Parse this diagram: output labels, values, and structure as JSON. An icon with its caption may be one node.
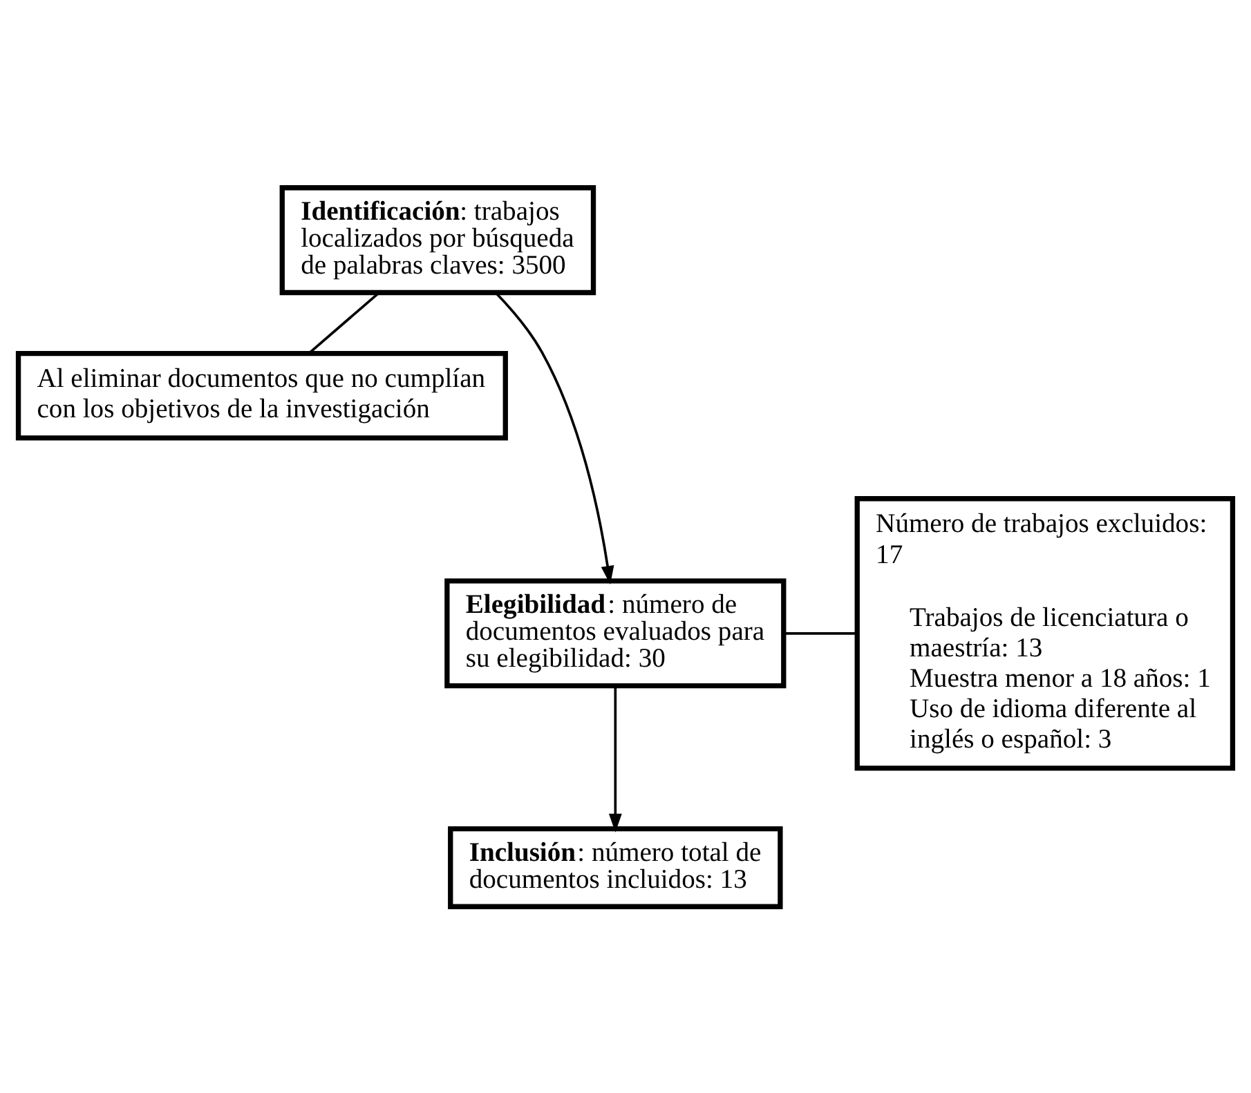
{
  "diagram": {
    "nodes": [
      {
        "text": [
          "**Identificación**: trabajos localizados por búsqueda de palabras claves: 3500"
        ]
      },
      {
        "text": [
          "Al eliminar documentos que no cumplían con los objetivos de la investigación"
        ]
      },
      {
        "text": [
          "**Elegibilidad**: número de documentos evaluados para su elegibilidad: 30"
        ]
      },
      {
        "text": [
          "Número de trabajos excluidos: 17",
          "Trabajos de licenciatura o maestría: 13",
          "Muestra menor a 18 años: 1",
          "Uso de idioma diferente al inglés o español: 3"
        ]
      },
      {
        "text": [
          "**Inclusión**: número total de documentos incluidos: 13"
        ]
      }
    ],
    "edges": [
      {
        "from": 0,
        "to": 2,
        "arrow": "to"
      },
      {
        "from": 0,
        "to": 1,
        "arrow": "none"
      },
      {
        "from": 2,
        "to": 3,
        "arrow": "none"
      },
      {
        "from": 2,
        "to": 4,
        "arrow": "to"
      }
    ]
  }
}
